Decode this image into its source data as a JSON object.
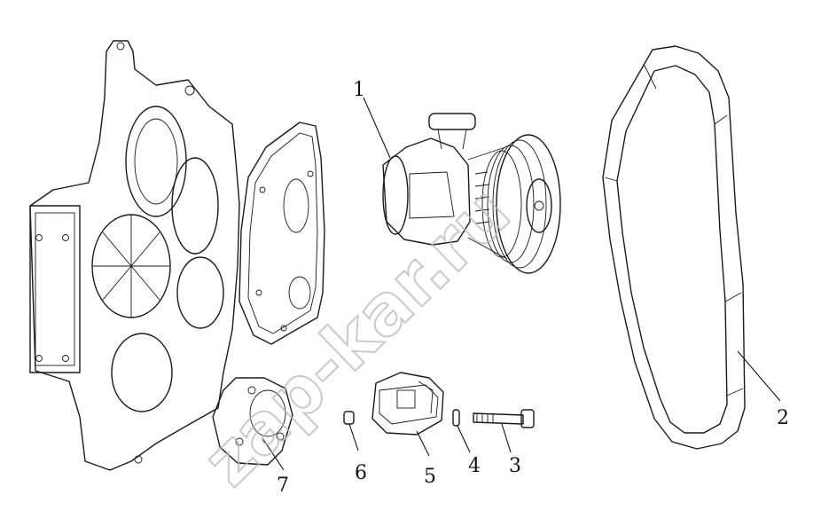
{
  "callouts": [
    {
      "id": "1",
      "label": "1"
    },
    {
      "id": "2",
      "label": "2"
    },
    {
      "id": "3",
      "label": "3"
    },
    {
      "id": "4",
      "label": "4"
    },
    {
      "id": "5",
      "label": "5"
    },
    {
      "id": "6",
      "label": "6"
    },
    {
      "id": "7",
      "label": "7"
    }
  ],
  "watermark": {
    "text": "zap-kar.ru"
  },
  "colors": {
    "line": "#1a1a1a",
    "watermark": "#b8b8b8",
    "background": "#ffffff"
  }
}
